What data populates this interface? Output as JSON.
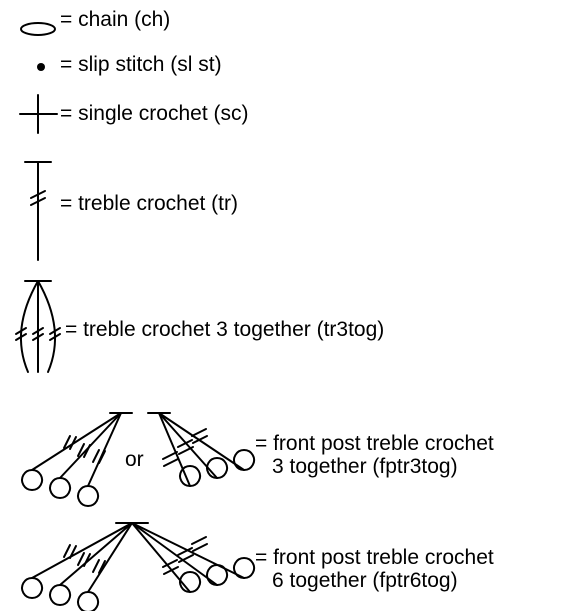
{
  "legend": {
    "chain": "= chain (ch)",
    "slip_stitch": "= slip stitch (sl st)",
    "single_crochet": "= single crochet (sc)",
    "treble_crochet": "= treble crochet (tr)",
    "tr3tog": "= treble crochet 3 together (tr3tog)",
    "fptr3tog_line1": "= front post treble crochet",
    "fptr3tog_line2": "3 together (fptr3tog)",
    "or_text": "or",
    "fptr6tog_line1": "= front post treble crochet",
    "fptr6tog_line2": "6 together (fptr6tog)"
  }
}
